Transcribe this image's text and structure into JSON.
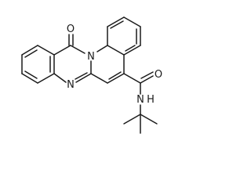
{
  "molecule": {
    "atoms": {
      "carbonyl_oxygen": "O",
      "ring_nitrogen_top": "N",
      "ring_nitrogen_bottom": "N",
      "amide_oxygen": "O",
      "amide_nitrogen": "N",
      "amide_hydrogen": "H"
    },
    "colors": {
      "bond": "#1a1a1a",
      "label": "#1a1a1a",
      "background": "#ffffff"
    }
  }
}
